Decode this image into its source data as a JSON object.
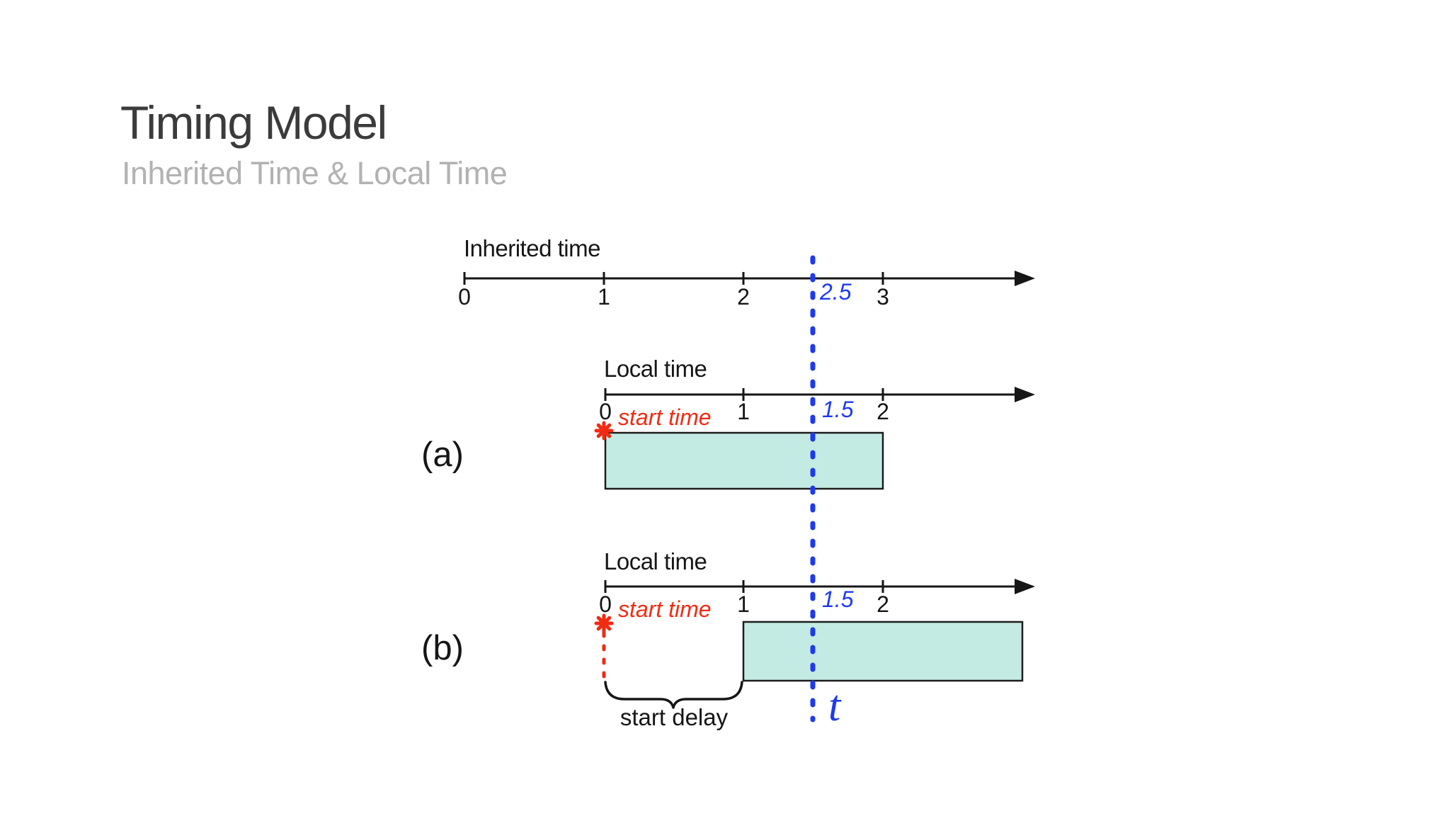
{
  "slide": {
    "title": "Timing Model",
    "subtitle": "Inherited Time & Local Time"
  },
  "colors": {
    "title": "#3b3b3b",
    "subtitle": "#b2b2b2",
    "ink": "#161616",
    "red": "#f02b12",
    "blue": "#1e3af0",
    "bar-fill": "#c4ebe3",
    "bar-border": "#1c1c1c"
  },
  "chart_data": {
    "type": "diagram",
    "description": "Timing model diagram relating inherited time to local time; a blue dotted line marks the current moment (inherited time 2.5 = local time 1.5). Case (a): element starts at local 0 and runs 2 units. Case (b): element has a start delay of 1, running from local 1 to 3.",
    "inherited_axis": {
      "label": "Inherited time",
      "ticks": [
        "0",
        "1",
        "2",
        "3"
      ],
      "current_time": "2.5"
    },
    "rows": [
      {
        "id": "(a)",
        "axis_label": "Local time",
        "ticks": [
          "0",
          "1",
          "2"
        ],
        "current_time": "1.5",
        "start_marker_label": "start time",
        "bar_local_start": 0,
        "bar_local_end": 2
      },
      {
        "id": "(b)",
        "axis_label": "Local time",
        "ticks": [
          "0",
          "1",
          "2"
        ],
        "current_time": "1.5",
        "start_marker_label": "start time",
        "start_delay_label": "start delay",
        "time_variable": "t",
        "bar_local_start": 1,
        "bar_local_end": 3
      }
    ]
  }
}
